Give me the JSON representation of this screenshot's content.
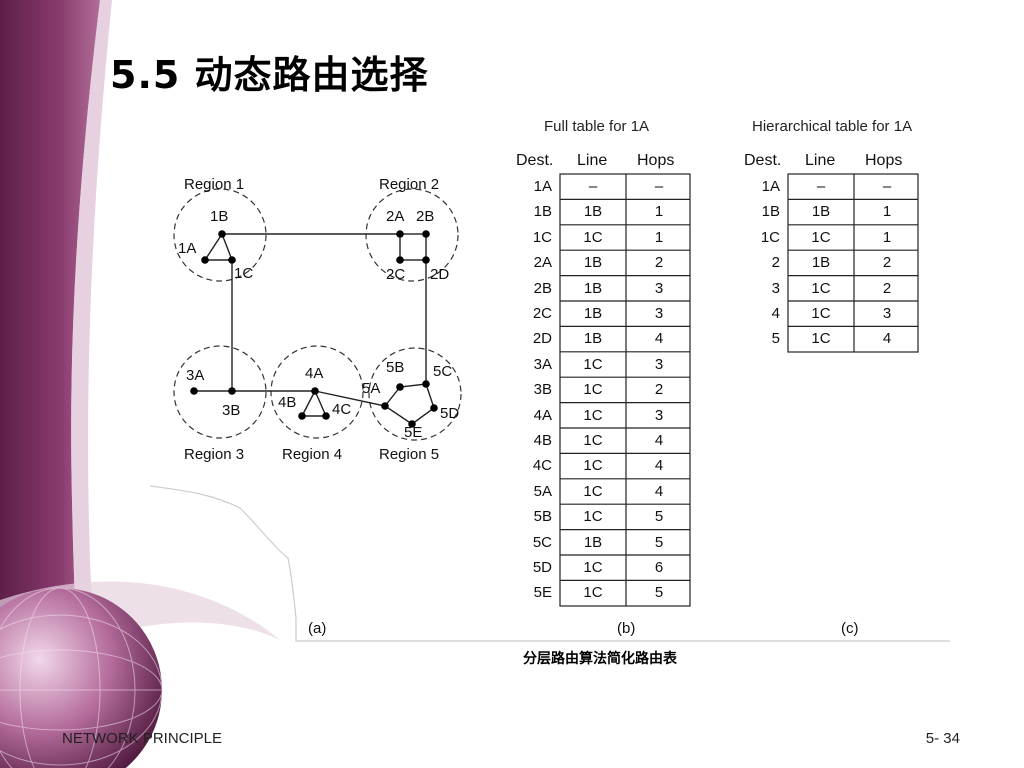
{
  "slide": {
    "title": "5.5 动态路由选择",
    "caption": "分层路由算法简化路由表",
    "footer_left": "NETWORK PRINCIPLE",
    "footer_right": "5- 34"
  },
  "diagram": {
    "regions": [
      {
        "label": "Region 1"
      },
      {
        "label": "Region 2"
      },
      {
        "label": "Region 3"
      },
      {
        "label": "Region 4"
      },
      {
        "label": "Region 5"
      }
    ],
    "nodes": [
      "1A",
      "1B",
      "1C",
      "2A",
      "2B",
      "2C",
      "2D",
      "3A",
      "3B",
      "4A",
      "4B",
      "4C",
      "5A",
      "5B",
      "5C",
      "5D",
      "5E"
    ],
    "sub_labels": [
      "(a)",
      "(b)",
      "(c)"
    ]
  },
  "full_table": {
    "title": "Full table for 1A",
    "headers": [
      "Dest.",
      "Line",
      "Hops"
    ],
    "rows": [
      [
        "1A",
        "–",
        "–"
      ],
      [
        "1B",
        "1B",
        "1"
      ],
      [
        "1C",
        "1C",
        "1"
      ],
      [
        "2A",
        "1B",
        "2"
      ],
      [
        "2B",
        "1B",
        "3"
      ],
      [
        "2C",
        "1B",
        "3"
      ],
      [
        "2D",
        "1B",
        "4"
      ],
      [
        "3A",
        "1C",
        "3"
      ],
      [
        "3B",
        "1C",
        "2"
      ],
      [
        "4A",
        "1C",
        "3"
      ],
      [
        "4B",
        "1C",
        "4"
      ],
      [
        "4C",
        "1C",
        "4"
      ],
      [
        "5A",
        "1C",
        "4"
      ],
      [
        "5B",
        "1C",
        "5"
      ],
      [
        "5C",
        "1B",
        "5"
      ],
      [
        "5D",
        "1C",
        "6"
      ],
      [
        "5E",
        "1C",
        "5"
      ]
    ]
  },
  "hier_table": {
    "title": "Hierarchical table for 1A",
    "headers": [
      "Dest.",
      "Line",
      "Hops"
    ],
    "rows": [
      [
        "1A",
        "–",
        "–"
      ],
      [
        "1B",
        "1B",
        "1"
      ],
      [
        "1C",
        "1C",
        "1"
      ],
      [
        "2",
        "1B",
        "2"
      ],
      [
        "3",
        "1C",
        "2"
      ],
      [
        "4",
        "1C",
        "3"
      ],
      [
        "5",
        "1C",
        "4"
      ]
    ]
  },
  "colors": {
    "accent": "#7a2a5c"
  }
}
